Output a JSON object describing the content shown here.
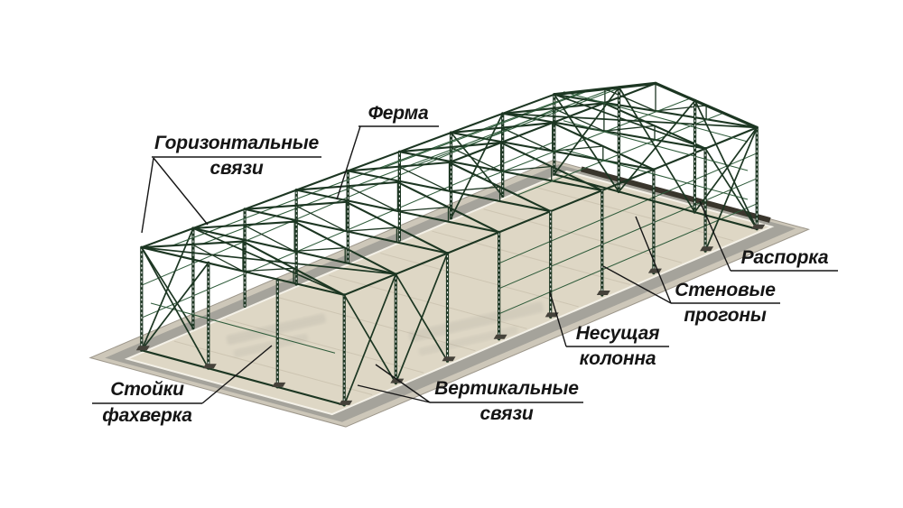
{
  "diagram": {
    "labels": {
      "ferma": {
        "line1": "Ферма",
        "line2": ""
      },
      "horizontal_bracing": {
        "line1": "Горизонтальные",
        "line2": "связи"
      },
      "rasporka": {
        "line1": "Распорка",
        "line2": ""
      },
      "wall_purlins": {
        "line1": "Стеновые",
        "line2": "прогоны"
      },
      "bearing_column": {
        "line1": "Несущая",
        "line2": "колонна"
      },
      "vertical_bracing": {
        "line1": "Вертикальные",
        "line2": "связи"
      },
      "fachwerk_posts": {
        "line1": "Стойки",
        "line2": "фахверка"
      }
    },
    "colors": {
      "steel": "#1c3622",
      "steel_light": "#2e5b3a",
      "slab_floor": "#ded7c5",
      "slab_band": "#a5a39b",
      "slab_apron": "#cdc7b9",
      "slab_joint": "#cdc5b2",
      "curb": "#f4f1e8",
      "plinth": "#45423a",
      "dark_strip": "#39352c",
      "ink": "#161616",
      "lattice": "#eeeeee",
      "background": "#ffffff"
    }
  }
}
